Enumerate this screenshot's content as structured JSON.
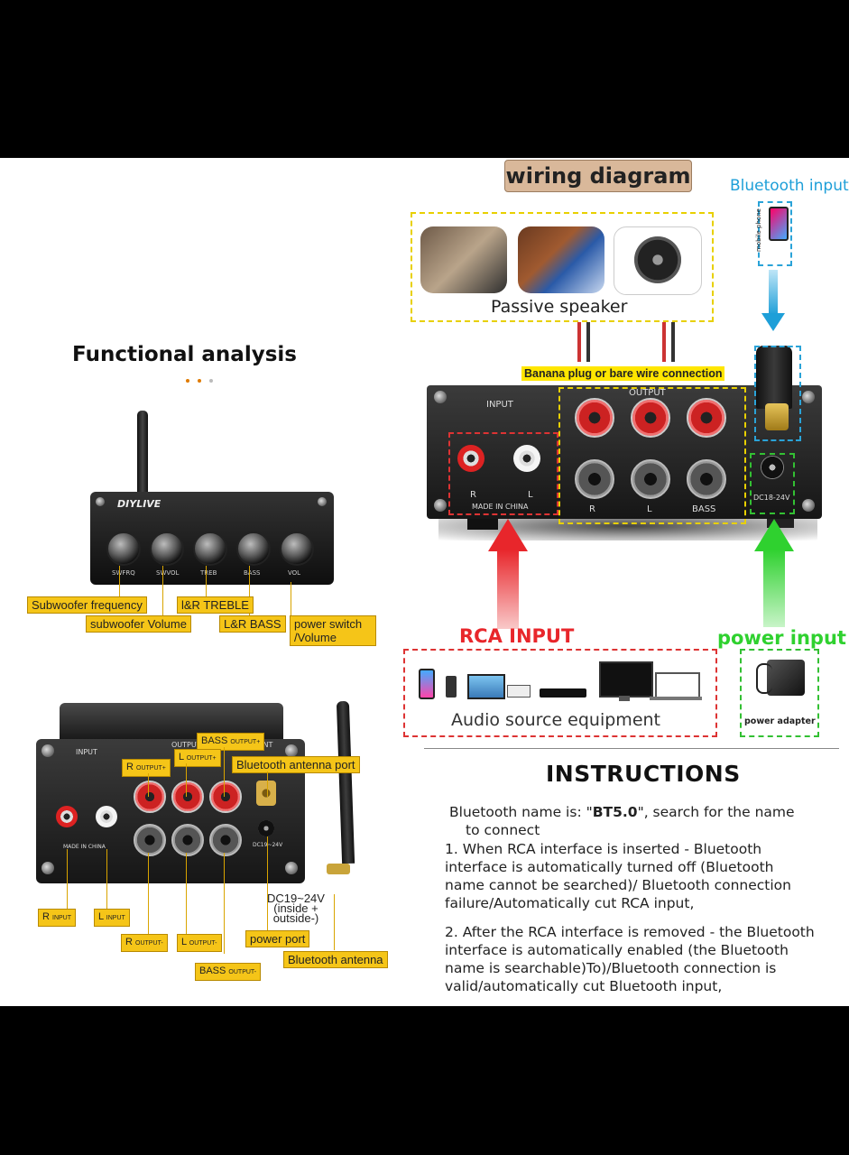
{
  "functional": {
    "title": "Functional analysis",
    "brand": "DIYLIVE",
    "knob_labels": [
      "SWFRQ",
      "SWVOL",
      "TREB",
      "BASS",
      "VOL"
    ],
    "tags": {
      "sub_freq": "Subwoofer frequency",
      "treble": "l&R TREBLE",
      "sub_vol": "subwoofer Volume",
      "bass": "L&R BASS",
      "power_vol": "power switch /Volume"
    }
  },
  "rear_device": {
    "input_label": "INPUT",
    "output_label": "OUTPUT",
    "ant_label": "ANT",
    "made_in": "MADE IN CHINA",
    "dc_label": "DC19~24V",
    "tags": {
      "bass_out_top": "BASS",
      "bass_out_top_small": "OUTPUT+",
      "r_out_top": "R",
      "r_out_top_small": "OUTPUT+",
      "l_out_top": "L",
      "l_out_top_small": "OUTPUT+",
      "bt_ant_port": "Bluetooth antenna port",
      "r_input": "R",
      "r_input_small": "INPUT",
      "l_input": "L",
      "l_input_small": "INPUT",
      "r_out_bottom": "R",
      "r_out_bottom_small": "OUTPUT-",
      "l_out_bottom": "L",
      "l_out_bottom_small": "OUTPUT-",
      "power_port": "power port",
      "bass_out_bottom": "BASS",
      "bass_out_bottom_small": "OUTPUT-",
      "bt_antenna": "Bluetooth antenna",
      "dc_note_line1": "DC19~24V",
      "dc_note_line2": "(inside +",
      "dc_note_line3": "outside-)"
    }
  },
  "wiring": {
    "title": "wiring diagram",
    "bluetooth_input": "Bluetooth input",
    "phone_label": "mobile phone",
    "passive_speaker": "Passive speaker",
    "banana": "Banana plug or bare wire connection",
    "panel_input": "INPUT",
    "panel_output": "OUTPUT",
    "panel_r": "R",
    "panel_l": "L",
    "panel_made": "MADE IN CHINA",
    "panel_bass": "BASS",
    "panel_dc": "DC18-24V",
    "rca_input": "RCA INPUT",
    "power_input": "power input",
    "audio_source": "Audio source equipment",
    "power_adapter": "power adapter"
  },
  "instructions": {
    "title": "INSTRUCTIONS",
    "bt_name_prefix": "Bluetooth name is: \"",
    "bt_name": "BT5.0",
    "bt_name_suffix": "\", search for the name",
    "bt_name_line2": "to connect",
    "item1_lines": [
      "1. When RCA interface is inserted - Bluetooth",
      "interface is automatically turned off (Bluetooth",
      "name cannot be searched)/ Bluetooth connection",
      "failure/Automatically cut RCA input,"
    ],
    "item2_lines": [
      "2. After the RCA interface is removed - the Bluetooth",
      "interface is automatically enabled (the Bluetooth",
      "name is searchable)To)/Bluetooth connection is",
      "valid/automatically cut Bluetooth input,"
    ]
  },
  "colors": {
    "tag_yellow": "#f5c518",
    "rca_red": "#e8262b",
    "power_green": "#2fd12f",
    "bluetooth_blue": "#1e9fd8",
    "title_bg": "#d9b89a"
  }
}
